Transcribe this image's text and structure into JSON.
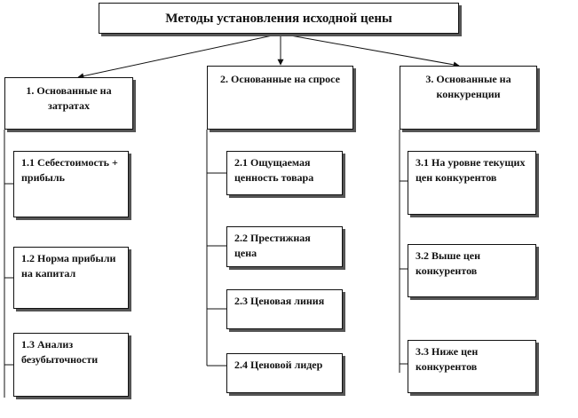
{
  "title": "Методы установления исходной цены",
  "categories": [
    {
      "label": "1. Основанные на затратах",
      "items": [
        "1.1 Себестоимость + прибыль",
        "1.2 Норма прибыли на капитал",
        "1.3 Анализ безубыточности"
      ]
    },
    {
      "label": "2. Основанные на спросе",
      "items": [
        "2.1 Ощущаемая ценность товара",
        "2.2 Престижная цена",
        "2.3 Ценовая линия",
        "2.4 Ценовой лидер"
      ]
    },
    {
      "label": "3. Основанные на конкуренции",
      "items": [
        "3.1 На уровне текущих цен конкурентов",
        "3.2 Выше цен конкурентов",
        "3.3 Ниже цен конкурентов"
      ]
    }
  ]
}
